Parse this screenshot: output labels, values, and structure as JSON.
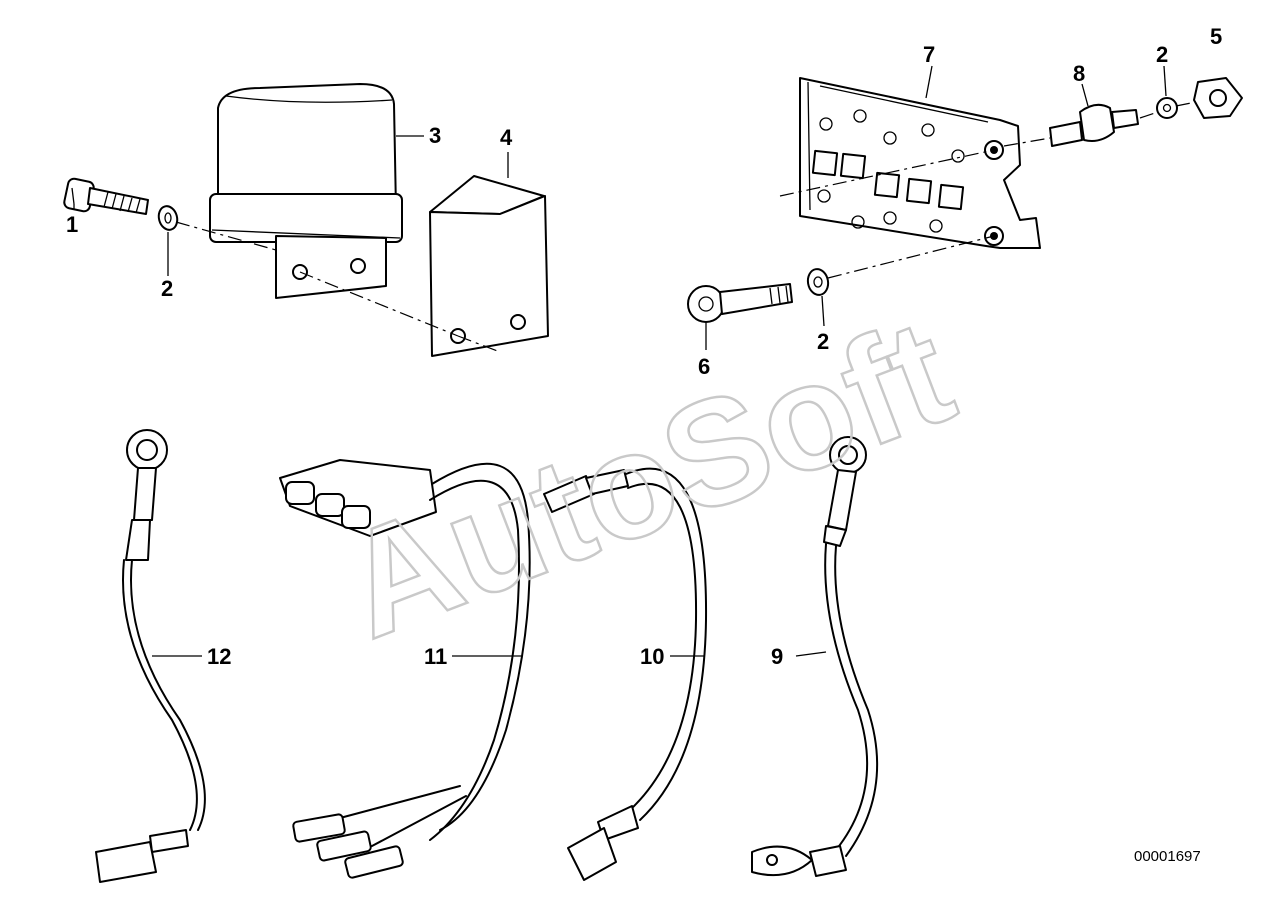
{
  "diagram": {
    "reference_code": "00001697",
    "watermark": "AutoSoft",
    "callouts": [
      {
        "id": "c1",
        "label": "1"
      },
      {
        "id": "c2a",
        "label": "2"
      },
      {
        "id": "c3",
        "label": "3"
      },
      {
        "id": "c4",
        "label": "4"
      },
      {
        "id": "c7",
        "label": "7"
      },
      {
        "id": "c8",
        "label": "8"
      },
      {
        "id": "c2b",
        "label": "2"
      },
      {
        "id": "c5",
        "label": "5"
      },
      {
        "id": "c6",
        "label": "6"
      },
      {
        "id": "c2c",
        "label": "2"
      },
      {
        "id": "c12",
        "label": "12"
      },
      {
        "id": "c11",
        "label": "11"
      },
      {
        "id": "c10",
        "label": "10"
      },
      {
        "id": "c9",
        "label": "9"
      }
    ]
  }
}
